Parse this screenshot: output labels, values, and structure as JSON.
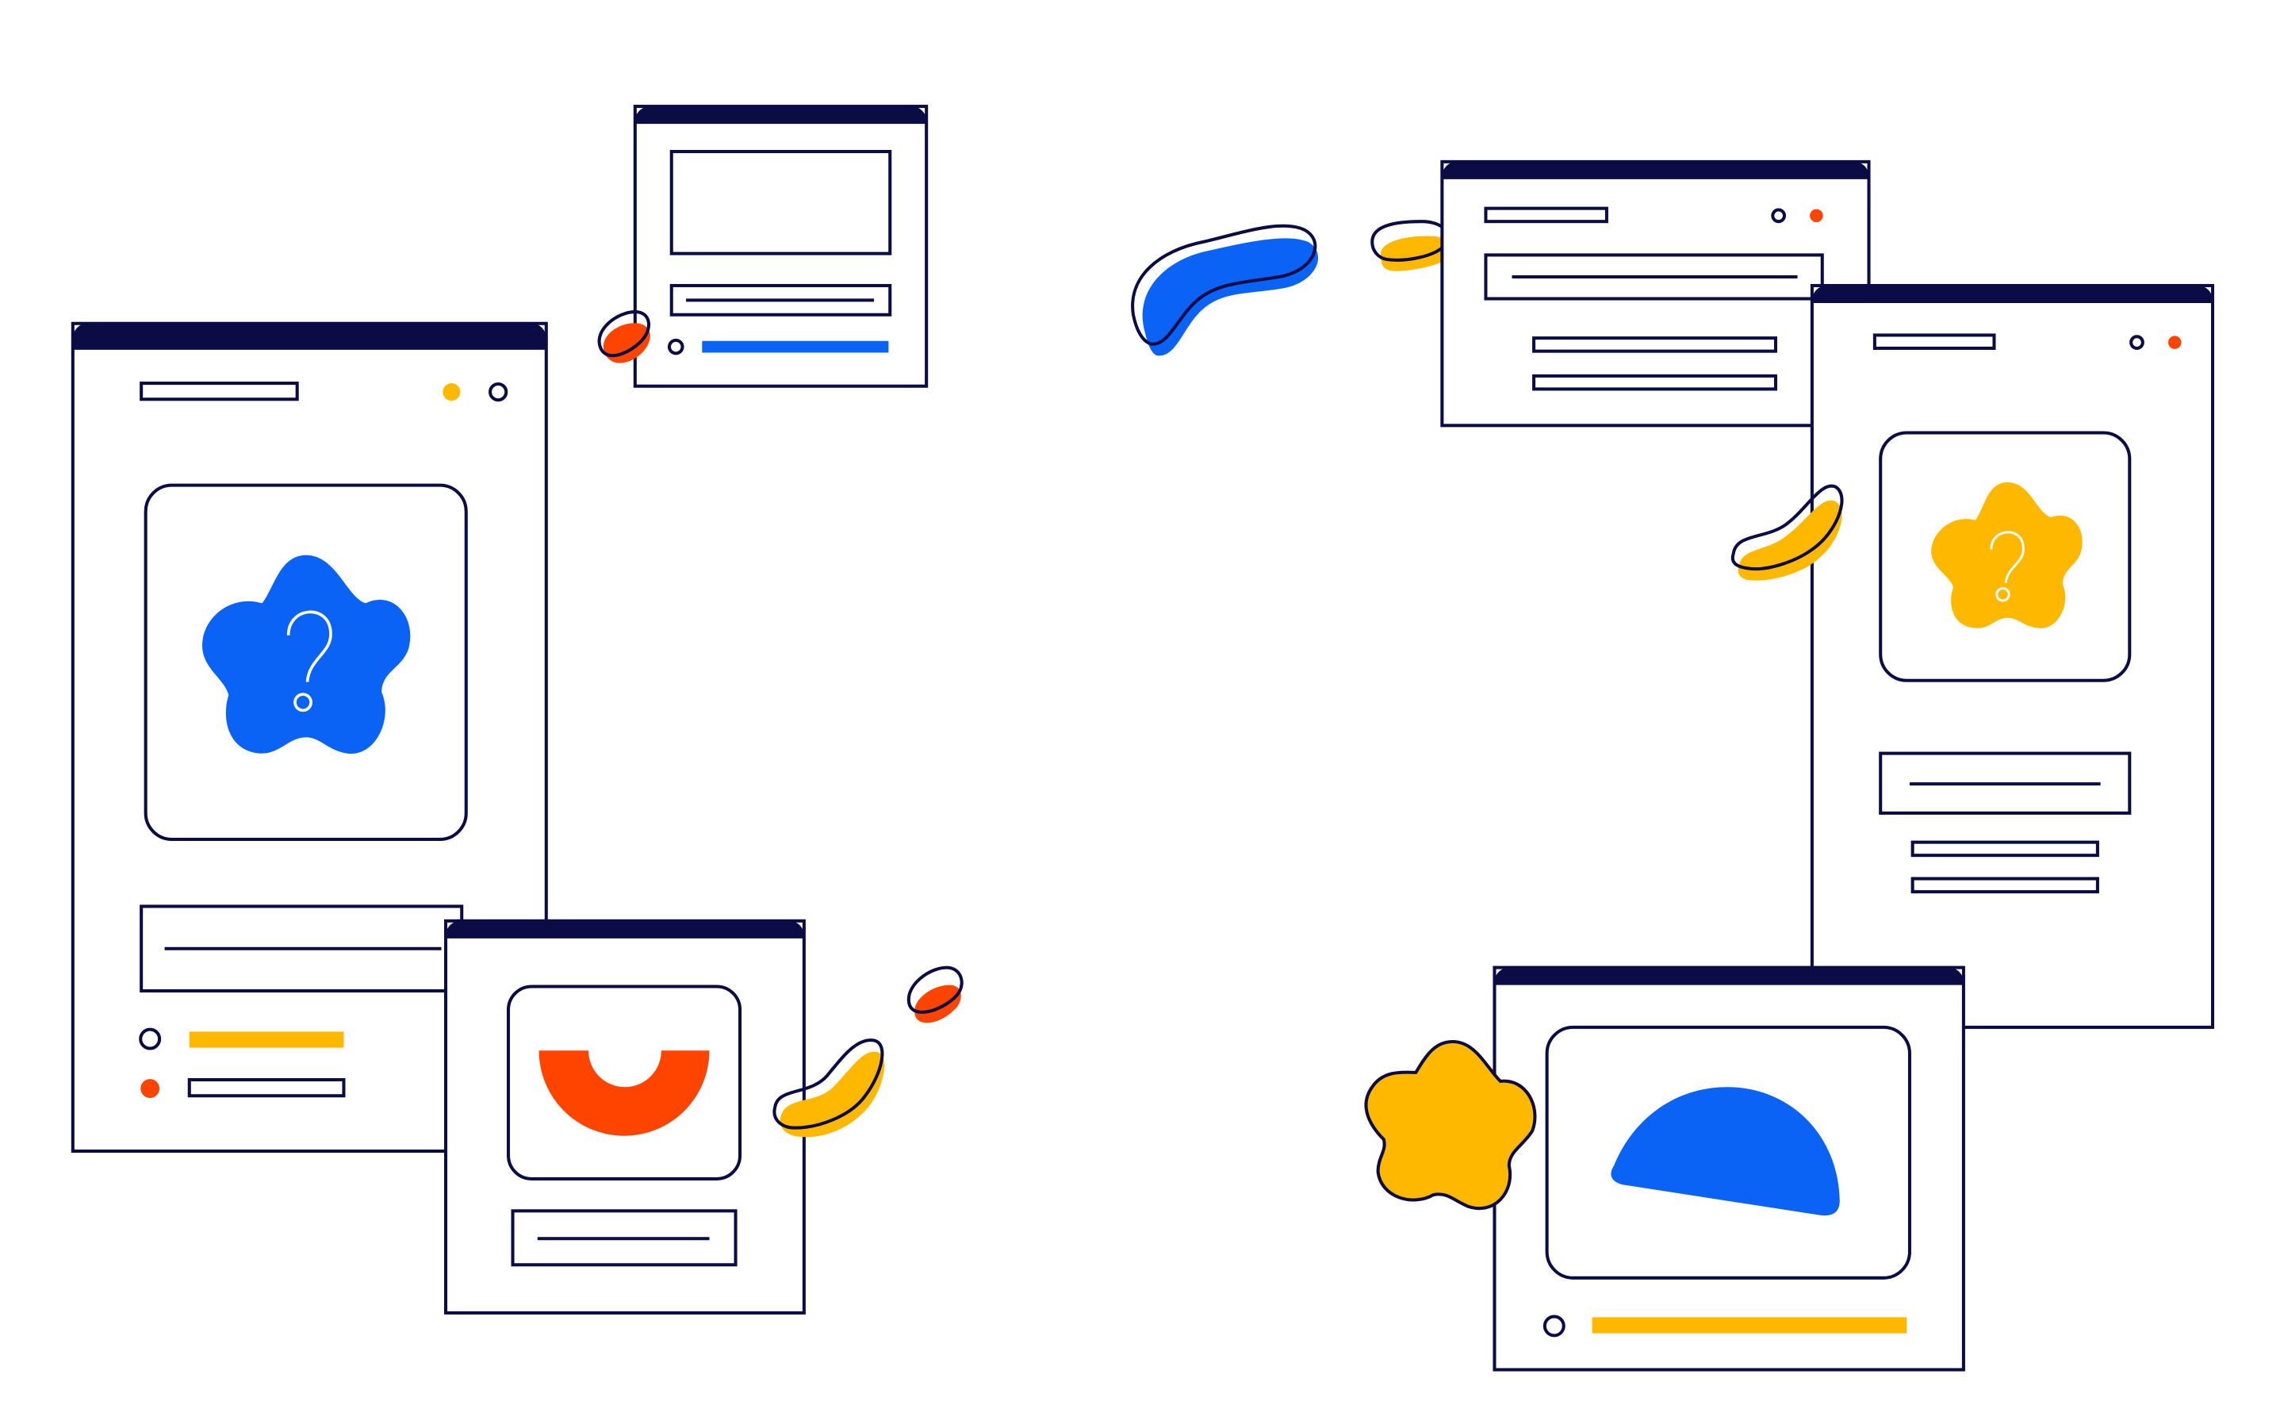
{
  "palette": {
    "ink": "#0B0B45",
    "blue": "#0A63F5",
    "yellow": "#FFB800",
    "red": "#FF4400",
    "window_bg": "#FFFFFF"
  },
  "windows": [
    {
      "id": "left-tall",
      "kind": "question-card",
      "accent": "blue"
    },
    {
      "id": "top-small",
      "kind": "form",
      "accent": "blue"
    },
    {
      "id": "bottom-left",
      "kind": "arc-card",
      "accent": "red"
    },
    {
      "id": "top-right",
      "kind": "form",
      "accent": "red"
    },
    {
      "id": "right-tall",
      "kind": "question-card",
      "accent": "yellow"
    },
    {
      "id": "bottom-right",
      "kind": "half-disc-card",
      "accent": "blue"
    }
  ],
  "icons": {
    "question": "question-mark-icon",
    "status": "status-dot-icon"
  },
  "decorations": [
    "red-blob",
    "blue-squiggle",
    "yellow-blob",
    "yellow-squiggle",
    "yellow-flower"
  ]
}
